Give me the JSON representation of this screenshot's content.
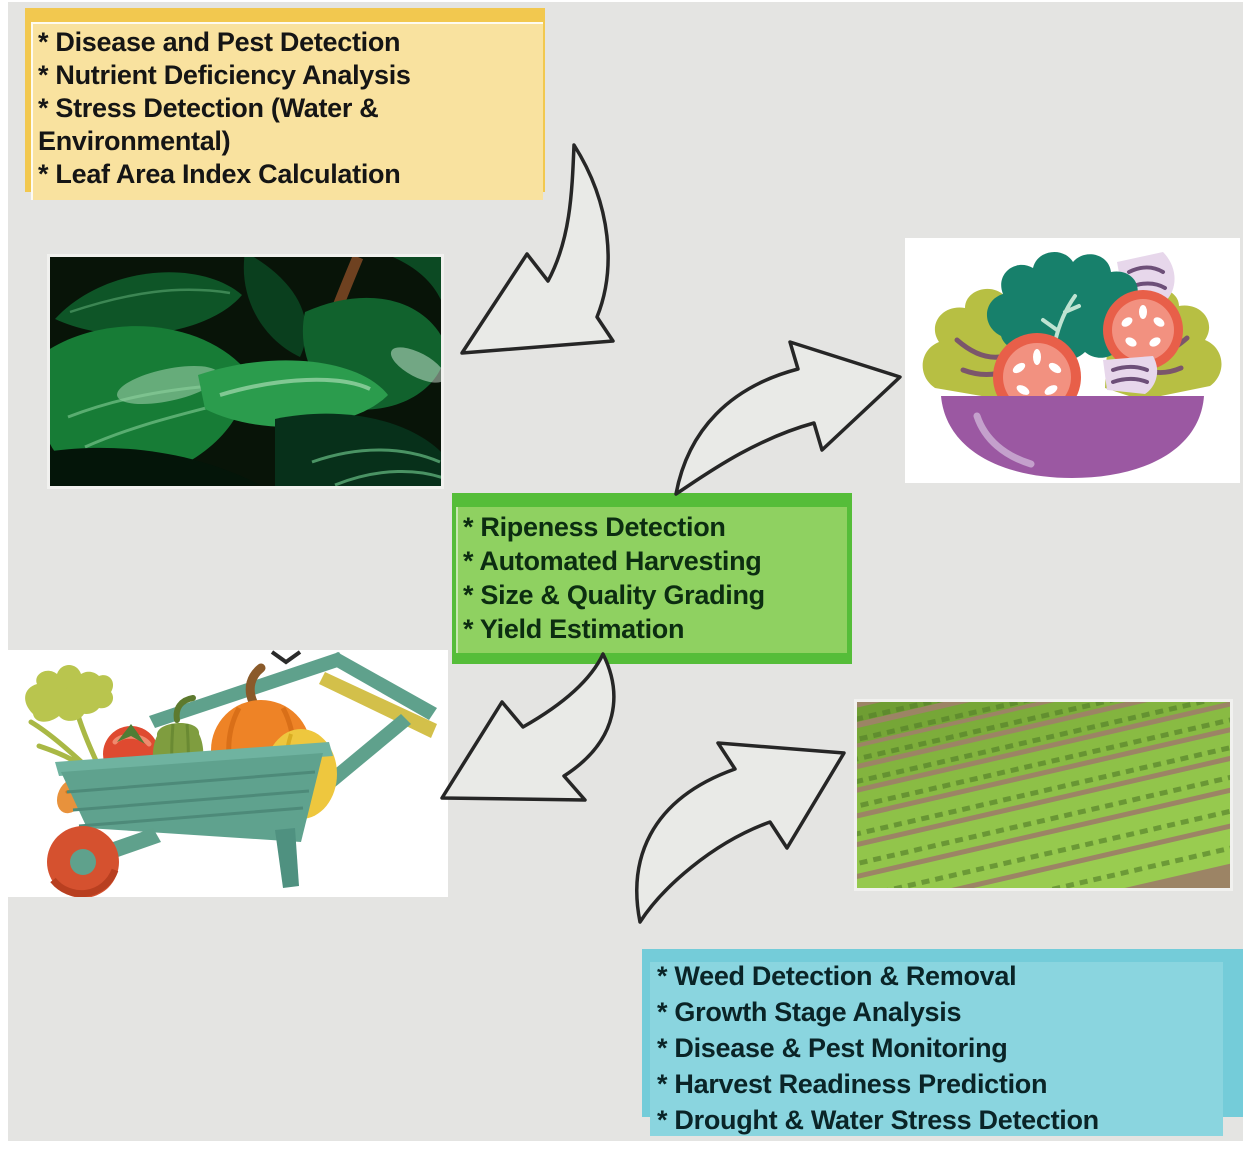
{
  "colors": {
    "canvas_background": "#e4e4e2",
    "page_background": "#ffffff",
    "yellow_box_fill": "#f9e29f",
    "yellow_box_accent": "#f2c84f",
    "green_box_fill": "#8fd161",
    "green_box_accent": "#55bd39",
    "cyan_box_fill": "#8ad5df",
    "cyan_box_accent": "#74ccd9",
    "arrow_stroke": "#262626"
  },
  "boxes": {
    "crop_monitoring": {
      "items": [
        "* Disease and Pest Detection",
        "* Nutrient Deficiency Analysis",
        "* Stress Detection (Water & Environmental)",
        "* Leaf Area Index Calculation"
      ]
    },
    "harvesting": {
      "items": [
        "* Ripeness Detection",
        "* Automated Harvesting",
        "* Size & Quality Grading",
        "* Yield Estimation"
      ]
    },
    "field_management": {
      "items": [
        "* Weed Detection & Removal",
        "* Growth Stage Analysis",
        "* Disease & Pest Monitoring",
        "* Harvest Readiness Prediction",
        "* Drought & Water Stress Detection"
      ]
    }
  },
  "images": {
    "leaves": "green-leaves-photo",
    "salad": "salad-bowl-illustration",
    "cart": "vegetable-wheelbarrow-illustration",
    "field": "crop-field-rows-photo"
  }
}
